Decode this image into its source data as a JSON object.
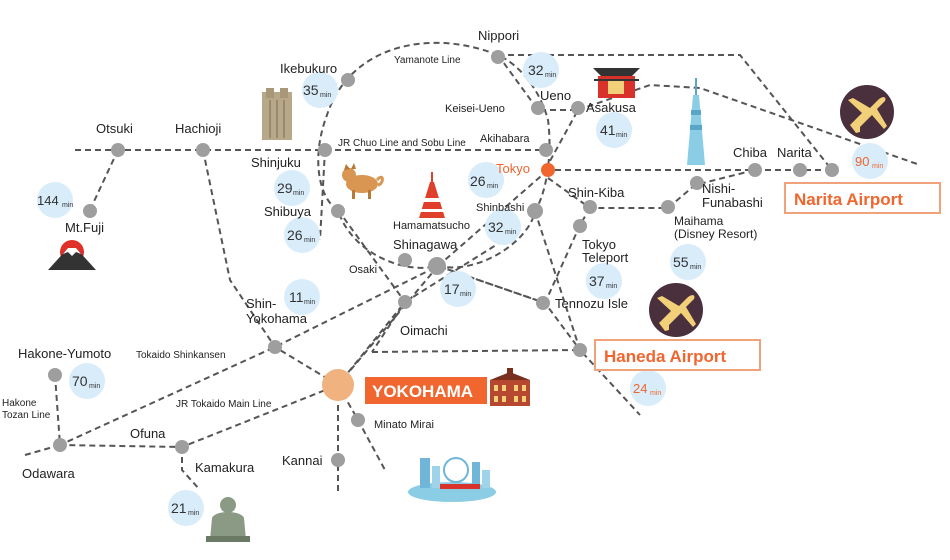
{
  "colors": {
    "line": "#555555",
    "station": "#9e9e9e",
    "yokohama_station": "#f0b27e",
    "tokyo_station": "#f0662e",
    "accent": "#f0662e",
    "bubble": "#d8ecfa",
    "plane_circle": "#4a2f3c",
    "plane": "#f2d07a"
  },
  "stations": {
    "nippori": "Nippori",
    "ikebukuro": "Ikebukuro",
    "ueno": "Ueno",
    "keisei_ueno": "Keisei-Ueno",
    "asakusa": "Asakusa",
    "otsuki": "Otsuki",
    "hachioji": "Hachioji",
    "akihabara": "Akihabara",
    "shinjuku": "Shinjuku",
    "tokyo": "Tokyo",
    "chiba": "Chiba",
    "narita": "Narita",
    "shin_kiba": "Shin-Kiba",
    "nishi_funabashi": "Nishi-\nFunabashi",
    "shibuya": "Shibuya",
    "mt_fuji": "Mt.Fuji",
    "hamamatsucho": "Hamamatsucho",
    "shinbashi": "Shinbashi",
    "maihama": "Maihama\n(Disney Resort)",
    "shinagawa": "Shinagawa",
    "tokyo_teleport": "Tokyo\nTeleport",
    "osaki": "Osaki",
    "shin_yokohama": "Shin-\nYokohama",
    "tennozu_isle": "Tennozu Isle",
    "oimachi": "Oimachi",
    "hakone_yumoto": "Hakone-Yumoto",
    "minato_mirai": "Minato Mirai",
    "ofuna": "Ofuna",
    "kannai": "Kannai",
    "odawara": "Odawara",
    "kamakura": "Kamakura"
  },
  "lines": {
    "yamanote": "Yamanote Line",
    "chuo_sobu": "JR Chuo Line and Sobu Line",
    "tokaido_shinkansen": "Tokaido Shinkansen",
    "jr_tokaido": "JR Tokaido Main Line",
    "hakone_tozan": "Hakone\nTozan Line"
  },
  "hub": {
    "yokohama": "YOKOHAMA"
  },
  "airports": {
    "narita": "Narita Airport",
    "haneda": "Haneda Airport"
  },
  "travel_times": {
    "unit": "min",
    "ueno": "32",
    "ikebukuro": "35",
    "asakusa": "41",
    "shinjuku": "29",
    "tokyo": "26",
    "mt_fuji": "144",
    "shibuya": "26",
    "shinbashi": "32",
    "maihama": "55",
    "tokyo_teleport": "37",
    "shin_yokohama": "11",
    "shinagawa": "17",
    "narita_airport": "90",
    "hakone_yumoto": "70",
    "haneda_airport": "24",
    "kamakura": "21"
  }
}
